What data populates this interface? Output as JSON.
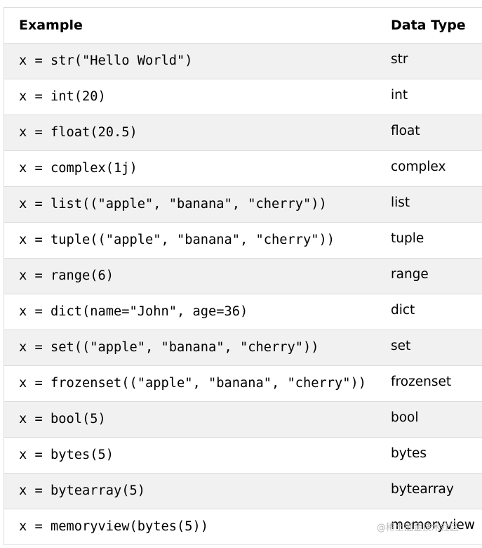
{
  "table": {
    "headers": {
      "example": "Example",
      "data_type": "Data Type"
    },
    "rows": [
      {
        "example": "x = str(\"Hello World\")",
        "data_type": "str"
      },
      {
        "example": "x = int(20)",
        "data_type": "int"
      },
      {
        "example": "x = float(20.5)",
        "data_type": "float"
      },
      {
        "example": "x = complex(1j)",
        "data_type": "complex"
      },
      {
        "example": "x = list((\"apple\", \"banana\", \"cherry\"))",
        "data_type": "list"
      },
      {
        "example": "x = tuple((\"apple\", \"banana\", \"cherry\"))",
        "data_type": "tuple"
      },
      {
        "example": "x = range(6)",
        "data_type": "range"
      },
      {
        "example": "x = dict(name=\"John\", age=36)",
        "data_type": "dict"
      },
      {
        "example": "x = set((\"apple\", \"banana\", \"cherry\"))",
        "data_type": "set"
      },
      {
        "example": "x = frozenset((\"apple\", \"banana\", \"cherry\"))",
        "data_type": "frozenset"
      },
      {
        "example": "x = bool(5)",
        "data_type": "bool"
      },
      {
        "example": "x = bytes(5)",
        "data_type": "bytes"
      },
      {
        "example": "x = bytearray(5)",
        "data_type": "bytearray"
      },
      {
        "example": "x = memoryview(bytes(5))",
        "data_type": "memoryview"
      }
    ]
  },
  "watermark": "@稀土掘金技术社区",
  "colors": {
    "odd_row": "#f1f1f1",
    "even_row": "#ffffff",
    "border": "#dcdcdc"
  }
}
